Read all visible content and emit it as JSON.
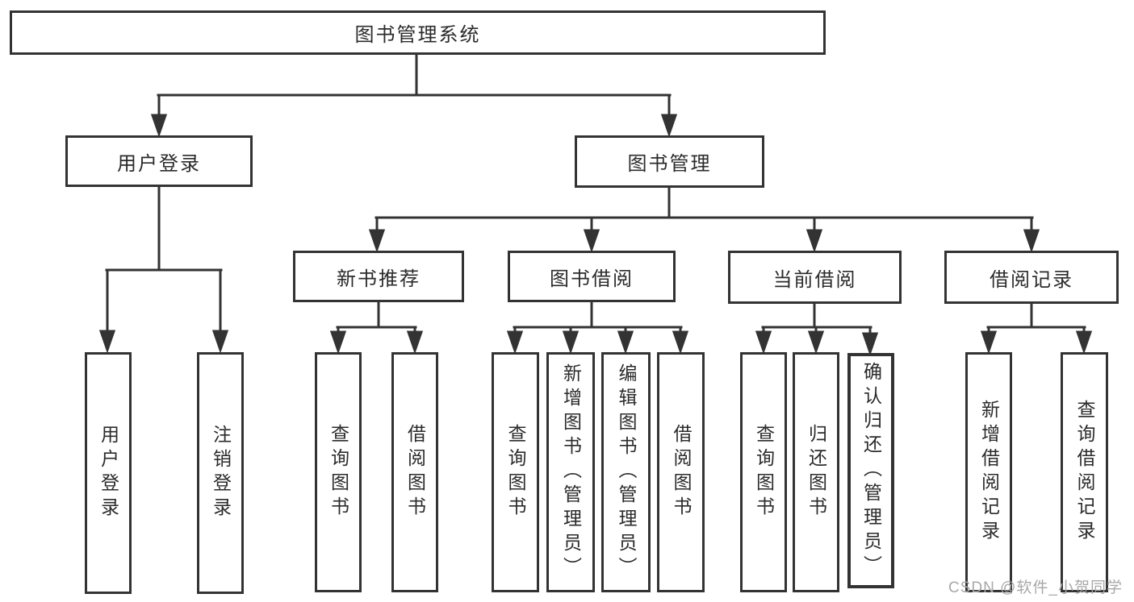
{
  "diagram": {
    "title": "图书管理系统",
    "level2": [
      {
        "label": "用户登录"
      },
      {
        "label": "图书管理"
      }
    ],
    "level3": [
      {
        "label": "新书推荐",
        "parent": "图书管理"
      },
      {
        "label": "图书借阅",
        "parent": "图书管理"
      },
      {
        "label": "当前借阅",
        "parent": "图书管理"
      },
      {
        "label": "借阅记录",
        "parent": "图书管理"
      }
    ],
    "leaves": [
      {
        "label": "用户登录",
        "parent": "用户登录"
      },
      {
        "label": "注销登录",
        "parent": "用户登录"
      },
      {
        "label": "查询图书",
        "parent": "新书推荐"
      },
      {
        "label": "借阅图书",
        "parent": "新书推荐"
      },
      {
        "label": "查询图书",
        "parent": "图书借阅"
      },
      {
        "label": "新增图书（管理员）",
        "parent": "图书借阅"
      },
      {
        "label": "编辑图书（管理员）",
        "parent": "图书借阅"
      },
      {
        "label": "借阅图书",
        "parent": "图书借阅"
      },
      {
        "label": "查询图书",
        "parent": "当前借阅"
      },
      {
        "label": "归还图书",
        "parent": "当前借阅"
      },
      {
        "label": "确认归还（管理员）",
        "parent": "当前借阅"
      },
      {
        "label": "新增借阅记录",
        "parent": "借阅记录"
      },
      {
        "label": "查询借阅记录",
        "parent": "借阅记录"
      }
    ]
  },
  "watermark": {
    "text": "CSDN @软件_小贺同学"
  },
  "colors": {
    "background": "#ffffff",
    "line": "#333333",
    "box_border": "#333333",
    "text": "#2b2b2b",
    "watermark": "#a8a8a8"
  }
}
